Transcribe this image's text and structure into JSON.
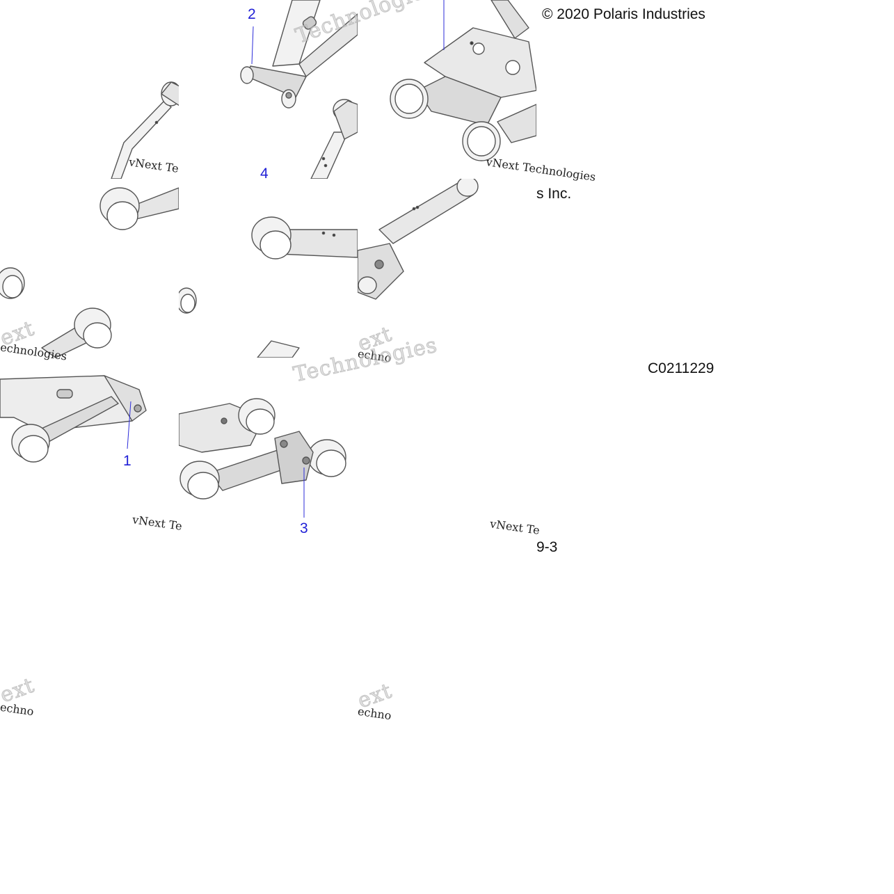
{
  "diagram": {
    "copyright": "© 2020 Polaris Industries",
    "copyright_tail": "s Inc.",
    "drawing_code": "C0211229",
    "drawing_code_tail": "9-3",
    "callouts": [
      {
        "id": "1",
        "label": "1"
      },
      {
        "id": "2",
        "label": "2"
      },
      {
        "id": "3",
        "label": "3"
      },
      {
        "id": "4",
        "label": "4"
      }
    ],
    "watermark": {
      "brand": "vNext Technologies",
      "short": "vNext Te",
      "word": "Technologies",
      "partial_1": "ext",
      "partial_2": "echnologies",
      "partial_3": "echno"
    },
    "colors": {
      "line": "#555555",
      "fill": "#f2f2f2",
      "shade": "#d6d6d6",
      "leader": "#2b2bd9",
      "callout": "#1f1fd6"
    }
  }
}
